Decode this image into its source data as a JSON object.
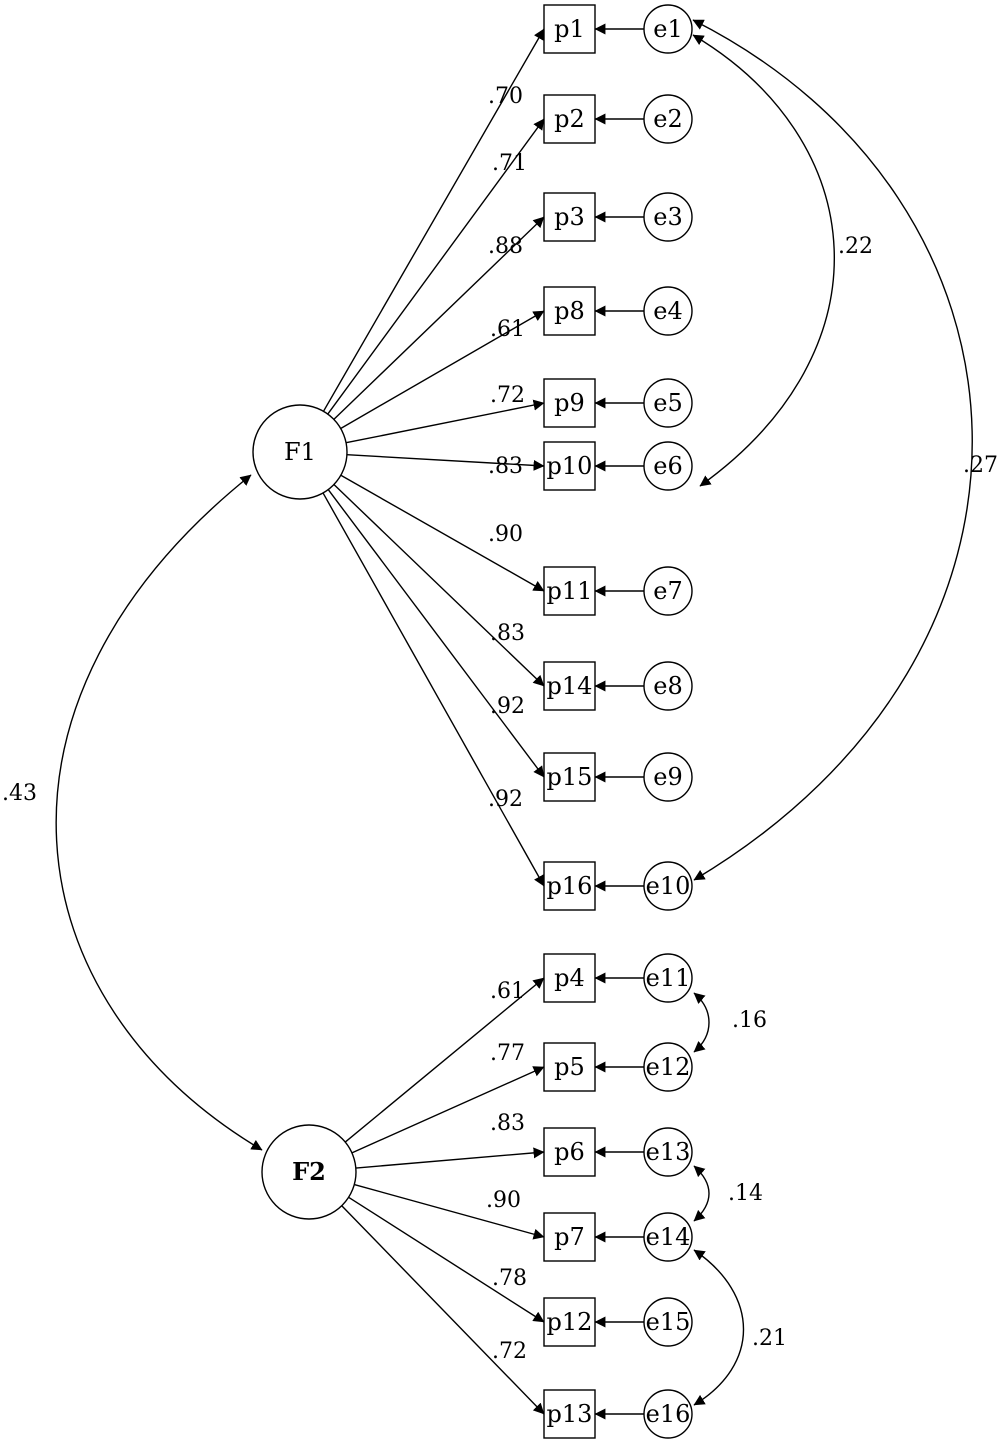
{
  "factors": [
    {
      "id": "F1",
      "label": "F1",
      "bold": false
    },
    {
      "id": "F2",
      "label": "F2",
      "bold": true
    }
  ],
  "indicators": [
    {
      "id": "p1",
      "label": "p1",
      "error": "e1",
      "factor": "F1",
      "loading": ".70"
    },
    {
      "id": "p2",
      "label": "p2",
      "error": "e2",
      "factor": "F1",
      "loading": ".71"
    },
    {
      "id": "p3",
      "label": "p3",
      "error": "e3",
      "factor": "F1",
      "loading": ".88"
    },
    {
      "id": "p8",
      "label": "p8",
      "error": "e4",
      "factor": "F1",
      "loading": ".61"
    },
    {
      "id": "p9",
      "label": "p9",
      "error": "e5",
      "factor": "F1",
      "loading": ".72"
    },
    {
      "id": "p10",
      "label": "p10",
      "error": "e6",
      "factor": "F1",
      "loading": ".83"
    },
    {
      "id": "p11",
      "label": "p11",
      "error": "e7",
      "factor": "F1",
      "loading": ".90"
    },
    {
      "id": "p14",
      "label": "p14",
      "error": "e8",
      "factor": "F1",
      "loading": ".83"
    },
    {
      "id": "p15",
      "label": "p15",
      "error": "e9",
      "factor": "F1",
      "loading": ".92"
    },
    {
      "id": "p16",
      "label": "p16",
      "error": "e10",
      "factor": "F1",
      "loading": ".92"
    },
    {
      "id": "p4",
      "label": "p4",
      "error": "e11",
      "factor": "F2",
      "loading": ".61"
    },
    {
      "id": "p5",
      "label": "p5",
      "error": "e12",
      "factor": "F2",
      "loading": ".77"
    },
    {
      "id": "p6",
      "label": "p6",
      "error": "e13",
      "factor": "F2",
      "loading": ".83"
    },
    {
      "id": "p7",
      "label": "p7",
      "error": "e14",
      "factor": "F2",
      "loading": ".90"
    },
    {
      "id": "p12",
      "label": "p12",
      "error": "e15",
      "factor": "F2",
      "loading": ".78"
    },
    {
      "id": "p13",
      "label": "p13",
      "error": "e16",
      "factor": "F2",
      "loading": ".72"
    }
  ],
  "covariances": [
    {
      "from": "F1",
      "to": "F2",
      "value": ".43"
    },
    {
      "from": "e1",
      "to": "e6",
      "value": ".22"
    },
    {
      "from": "e1",
      "to": "e10",
      "value": ".27"
    },
    {
      "from": "e11",
      "to": "e12",
      "value": ".16"
    },
    {
      "from": "e13",
      "to": "e14",
      "value": ".14"
    },
    {
      "from": "e14",
      "to": "e16",
      "value": ".21"
    }
  ]
}
